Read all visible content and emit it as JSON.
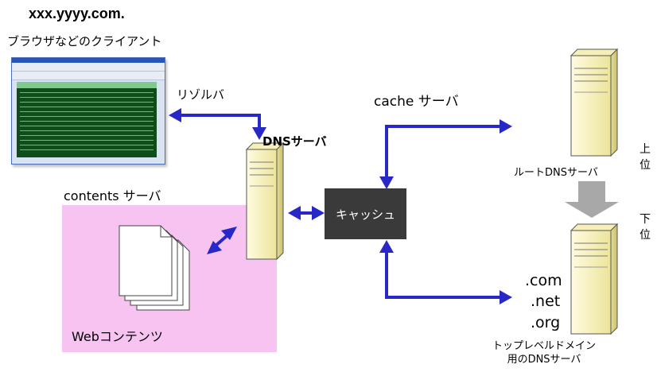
{
  "title": "xxx.yyyy.com.",
  "client": {
    "label": "ブラウザなどのクライアント"
  },
  "resolver": {
    "label": "リゾルバ"
  },
  "dns_server": {
    "label": "DNSサーバ"
  },
  "cache_server": {
    "label": "cache サーバ"
  },
  "cache_box": {
    "label": "キャッシュ"
  },
  "contents": {
    "label": "contents サーバ",
    "web_label": "Webコンテンツ"
  },
  "root_dns": {
    "label": "ルートDNSサーバ"
  },
  "hierarchy": {
    "upper_1": "上",
    "upper_2": "位",
    "lower_1": "下",
    "lower_2": "位"
  },
  "tld": {
    "com": ".com",
    "net": ".net",
    "org": ".org",
    "label_line1": "トップレベルドメイン",
    "label_line2": "用のDNSサーバ"
  },
  "colors": {
    "arrow": "#2828c8",
    "pink_area": "#f7c4f2",
    "server_body": "#fbf6c2",
    "cache_box": "#3a3a3a",
    "hierarchy_arrow": "#a8a8a8"
  }
}
